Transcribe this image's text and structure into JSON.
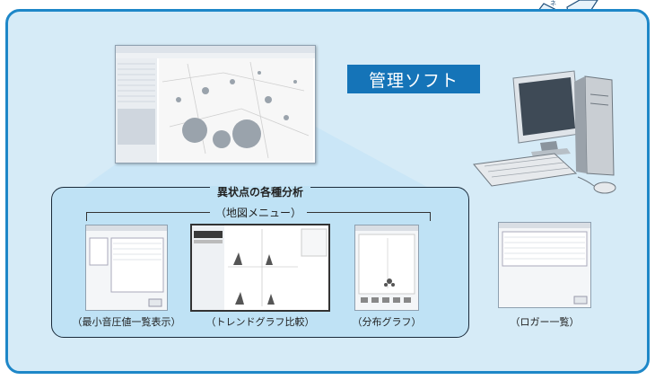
{
  "title": "管理ソフト",
  "group_heading": "異状点の各種分析",
  "sub_heading": "（地図メニュー）",
  "captions": {
    "min_sound": "（最小音圧値一覧表示）",
    "trend": "（トレンドグラフ比較）",
    "distribution": "（分布グラフ）",
    "logger": "（ロガー一覧）"
  },
  "colors": {
    "border": "#1e87c8",
    "panel_bg": "#d6ebf7",
    "title_bg": "#1574b8",
    "group_bg": "#bfe2f5"
  }
}
